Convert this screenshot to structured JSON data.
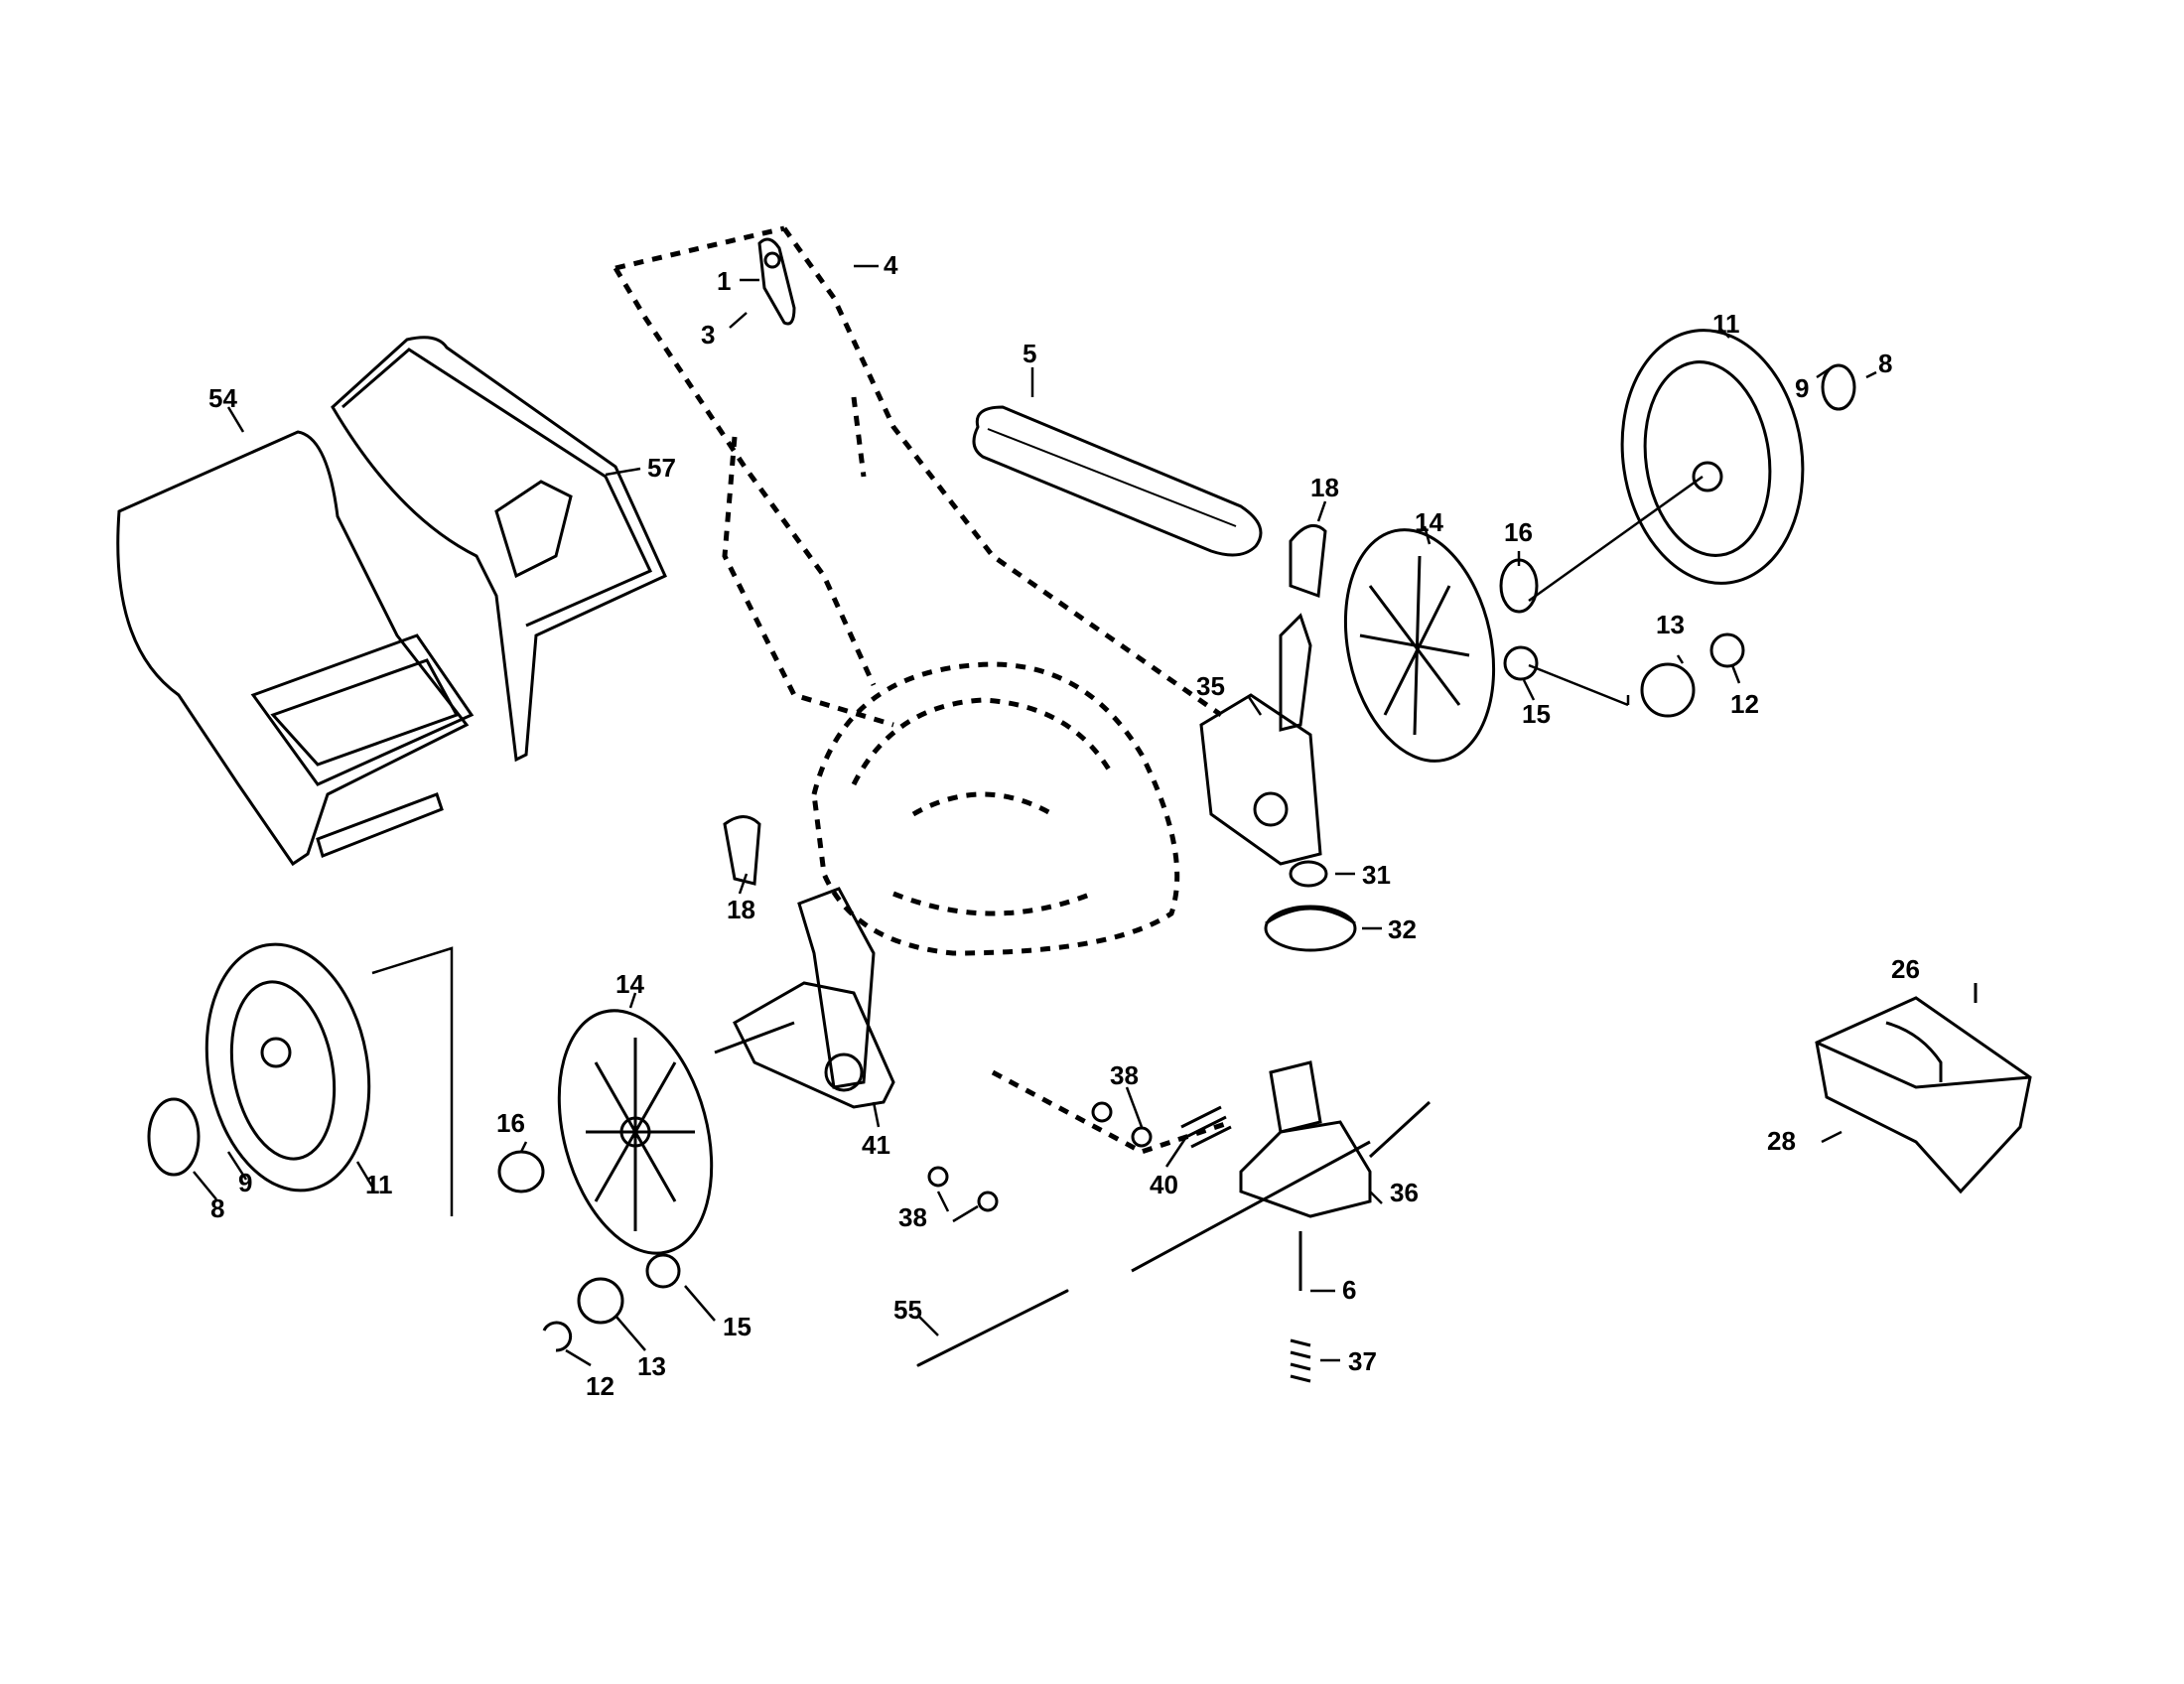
{
  "diagram": {
    "callouts": [
      {
        "id": "c-1",
        "text": "1"
      },
      {
        "id": "c-3",
        "text": "3"
      },
      {
        "id": "c-4",
        "text": "4"
      },
      {
        "id": "c-5",
        "text": "5"
      },
      {
        "id": "c-54",
        "text": "54"
      },
      {
        "id": "c-57",
        "text": "57"
      },
      {
        "id": "c-18a",
        "text": "18"
      },
      {
        "id": "c-18b",
        "text": "18"
      },
      {
        "id": "c-14a",
        "text": "14"
      },
      {
        "id": "c-14b",
        "text": "14"
      },
      {
        "id": "c-16a",
        "text": "16"
      },
      {
        "id": "c-16b",
        "text": "16"
      },
      {
        "id": "c-11a",
        "text": "11"
      },
      {
        "id": "c-11b",
        "text": "11"
      },
      {
        "id": "c-9a",
        "text": "9"
      },
      {
        "id": "c-9b",
        "text": "9"
      },
      {
        "id": "c-8a",
        "text": "8"
      },
      {
        "id": "c-8b",
        "text": "8"
      },
      {
        "id": "c-13a",
        "text": "13"
      },
      {
        "id": "c-13b",
        "text": "13"
      },
      {
        "id": "c-12a",
        "text": "12"
      },
      {
        "id": "c-12b",
        "text": "12"
      },
      {
        "id": "c-15a",
        "text": "15"
      },
      {
        "id": "c-15b",
        "text": "15"
      },
      {
        "id": "c-35",
        "text": "35"
      },
      {
        "id": "c-31",
        "text": "31"
      },
      {
        "id": "c-32",
        "text": "32"
      },
      {
        "id": "c-41",
        "text": "41"
      },
      {
        "id": "c-38a",
        "text": "38"
      },
      {
        "id": "c-38b",
        "text": "38"
      },
      {
        "id": "c-40",
        "text": "40"
      },
      {
        "id": "c-36",
        "text": "36"
      },
      {
        "id": "c-6",
        "text": "6"
      },
      {
        "id": "c-37",
        "text": "37"
      },
      {
        "id": "c-55",
        "text": "55"
      },
      {
        "id": "c-26",
        "text": "26"
      },
      {
        "id": "c-28",
        "text": "28"
      }
    ]
  }
}
